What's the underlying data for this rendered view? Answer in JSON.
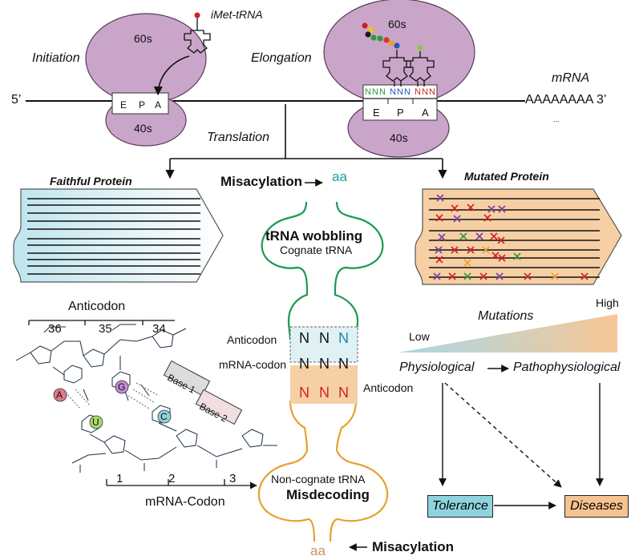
{
  "colors": {
    "ribosome": "#c9a6c9",
    "ribosome_stroke": "#5a3a5a",
    "trna_cognate": "#1a9a52",
    "trna_noncognate": "#e8a030",
    "faithful_fill": "#cdeaf0",
    "mutated_fill": "#f7cfa5",
    "tolerance_fill": "#8fd3df",
    "diseases_fill": "#f6c28f",
    "gradient_low": "#a8d8e6",
    "gradient_high": "#f7c795",
    "aa_teal": "#1aa0a8",
    "aa_tan": "#c9945a",
    "codon_red": "#d2231e"
  },
  "ribosome": {
    "prime5": "5’",
    "prime3_tail": "AAAAAAAA 3’",
    "mrna": "mRNA",
    "initiation": "Initiation",
    "elongation": "Elongation",
    "subunit_large": "60s",
    "subunit_small": "40s",
    "imet_trna": "iMet-tRNA",
    "site_e": "E",
    "site_p": "P",
    "site_a": "A",
    "codon_letter": "N",
    "translation": "Translation",
    "ellipsis": "..."
  },
  "center": {
    "misacylation_top": "Misacylation",
    "aa_top": "aa",
    "trna_wobbling": "tRNA wobbling",
    "cognate_trna": "Cognate tRNA",
    "anticodon_left": "Anticodon",
    "mrna_codon": "mRNA-codon",
    "anticodon_right": "Anticodon",
    "noncognate_trna": "Non-cognate tRNA",
    "misdecoding": "Misdecoding",
    "aa_bottom": "aa",
    "misacylation_bottom": "Misacylation",
    "row_letter": "N"
  },
  "proteins": {
    "faithful": "Faithful Protein",
    "mutated": "Mutated Protein"
  },
  "chemistry": {
    "anticodon": "Anticodon",
    "num36": "36",
    "num35": "35",
    "num34": "34",
    "base_a": "A",
    "base_g": "G",
    "base_u": "U",
    "base_c": "C",
    "base1": "Base 1",
    "base2": "Base 2",
    "num1": "1",
    "num2": "2",
    "num3": "3",
    "mrna_codon": "mRNA-Codon"
  },
  "outcome": {
    "mutations": "Mutations",
    "low": "Low",
    "high": "High",
    "physiological": "Physiological",
    "pathophysiological": "Pathophysiological",
    "tolerance": "Tolerance",
    "diseases": "Diseases"
  }
}
